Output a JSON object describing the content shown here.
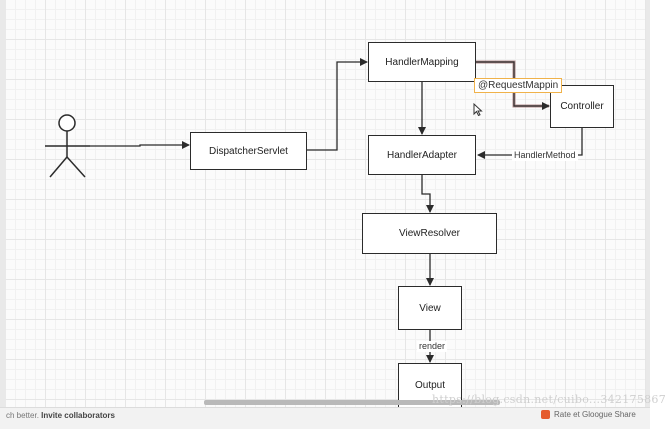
{
  "nodes": {
    "dispatcher": "DispatcherServlet",
    "handler_mapping": "HandlerMapping",
    "handler_adapter": "HandlerAdapter",
    "controller": "Controller",
    "view_resolver": "ViewResolver",
    "view": "View",
    "output": "Output"
  },
  "edge_labels": {
    "request_mapping": "@RequestMappin",
    "handler_method": "HandlerMethod",
    "render": "render"
  },
  "footer": {
    "left_prefix": "ch better. ",
    "left_link": "Invite collaborators",
    "watermark": "https://blog.csdn.net/cuibo...342175867",
    "right_text": "Rate et Gloogue Share"
  },
  "colors": {
    "line": "#2b2b2b",
    "selected_edge": "#7a3b3b",
    "selection_border": "#f0b24a"
  }
}
